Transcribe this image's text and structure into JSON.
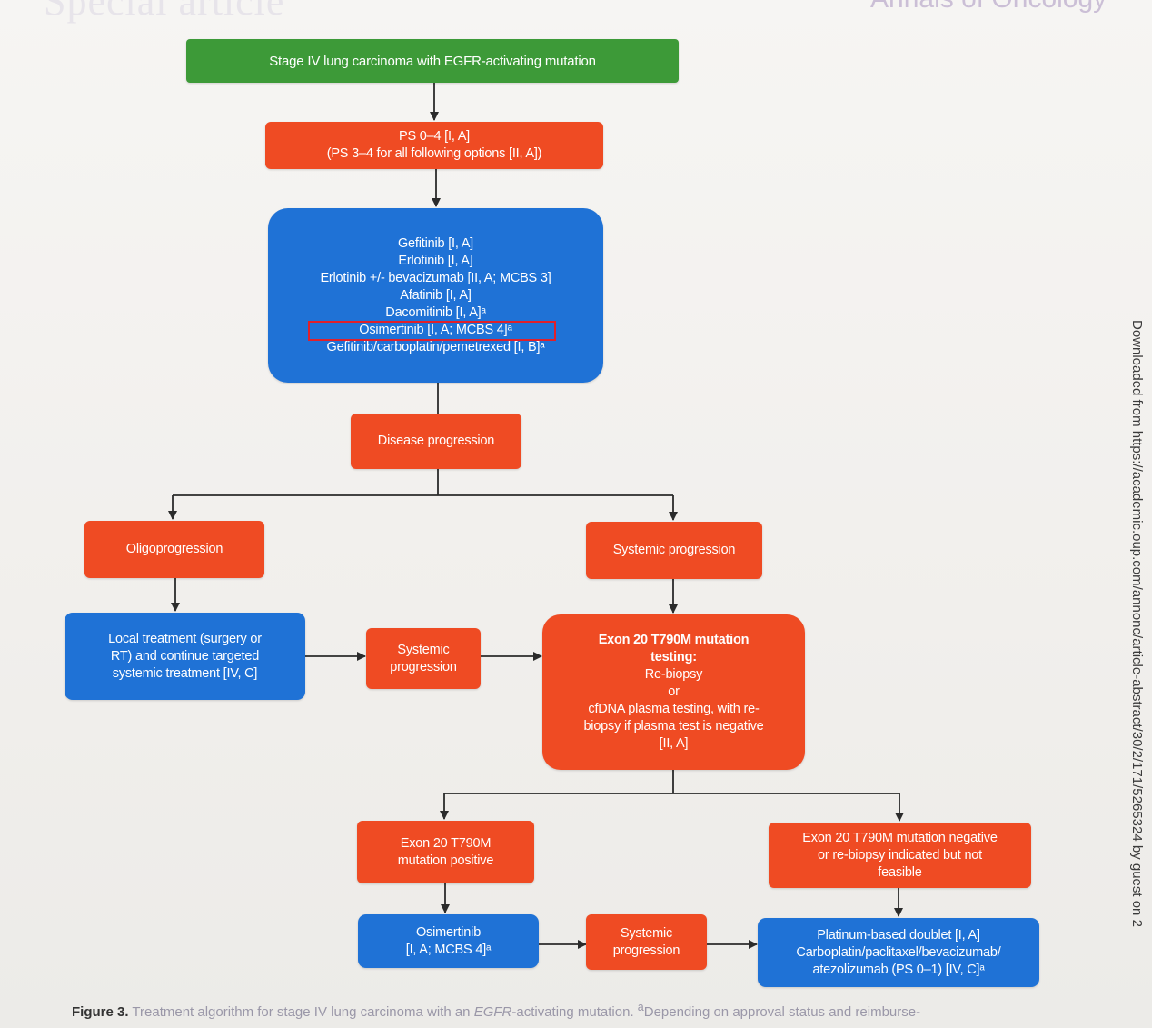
{
  "header": {
    "left_text": "Special article",
    "right_text": "Annals of Oncology"
  },
  "side_text": "Downloaded from https://academic.oup.com/annonc/article-abstract/30/2/171/5265324 by guest on 2",
  "caption": {
    "label": "Figure 3.",
    "text_before": " Treatment algorithm for stage IV lung carcinoma with an ",
    "italic": "EGFR",
    "text_after": "-activating mutation. ",
    "footnote_mark": "a",
    "footnote_text": "Depending on approval status and reimburse-"
  },
  "nodes": {
    "stage": {
      "lines": [
        "Stage IV lung carcinoma with EGFR-activating mutation"
      ]
    },
    "ps": {
      "lines": [
        "PS 0–4 [I, A]",
        "(PS 3–4 for all following options [II, A])"
      ]
    },
    "first_line": {
      "lines": [
        "Gefitinib [I, A]",
        "Erlotinib [I, A]",
        "Erlotinib +/- bevacizumab [II, A; MCBS 3]",
        "Afatinib [I, A]",
        "Dacomitinib [I, A]ᵃ",
        "Osimertinib [I, A; MCBS 4]ᵃ",
        "Gefitinib/carboplatin/pemetrexed [I, B]ᵃ"
      ]
    },
    "disease_progression": {
      "lines": [
        "Disease progression"
      ]
    },
    "oligoprogression": {
      "lines": [
        "Oligoprogression"
      ]
    },
    "systemic_progression_right": {
      "lines": [
        "Systemic progression"
      ]
    },
    "local_treatment": {
      "lines": [
        "Local treatment (surgery or",
        "RT) and continue targeted",
        "systemic treatment [IV, C]"
      ]
    },
    "systemic_progression_mid": {
      "lines": [
        "Systemic",
        "progression"
      ]
    },
    "exon_testing": {
      "bold_lines": [
        "Exon 20 T790M mutation",
        "testing:"
      ],
      "lines": [
        "Re-biopsy",
        "or",
        "cfDNA plasma testing, with re-",
        "biopsy if plasma test is negative",
        "[II, A]"
      ]
    },
    "mutation_positive": {
      "lines": [
        "Exon 20 T790M",
        "mutation positive"
      ]
    },
    "mutation_negative": {
      "lines": [
        "Exon 20 T790M mutation negative",
        "or re-biopsy indicated but not",
        "feasible"
      ]
    },
    "osimertinib": {
      "lines": [
        "Osimertinib",
        "[I, A; MCBS 4]ᵃ"
      ]
    },
    "systemic_progression_bottom": {
      "lines": [
        "Systemic",
        "progression"
      ]
    },
    "platinum": {
      "lines": [
        "Platinum-based doublet [I, A]",
        "Carboplatin/paclitaxel/bevacizumab/",
        "atezolizumab (PS 0–1) [IV, C]ᵃ"
      ]
    }
  },
  "colors": {
    "green": "#3d9a38",
    "orange": "#ef4b23",
    "blue": "#1f72d6",
    "highlight": "#e0202a",
    "connector": "#2b2b2b"
  }
}
